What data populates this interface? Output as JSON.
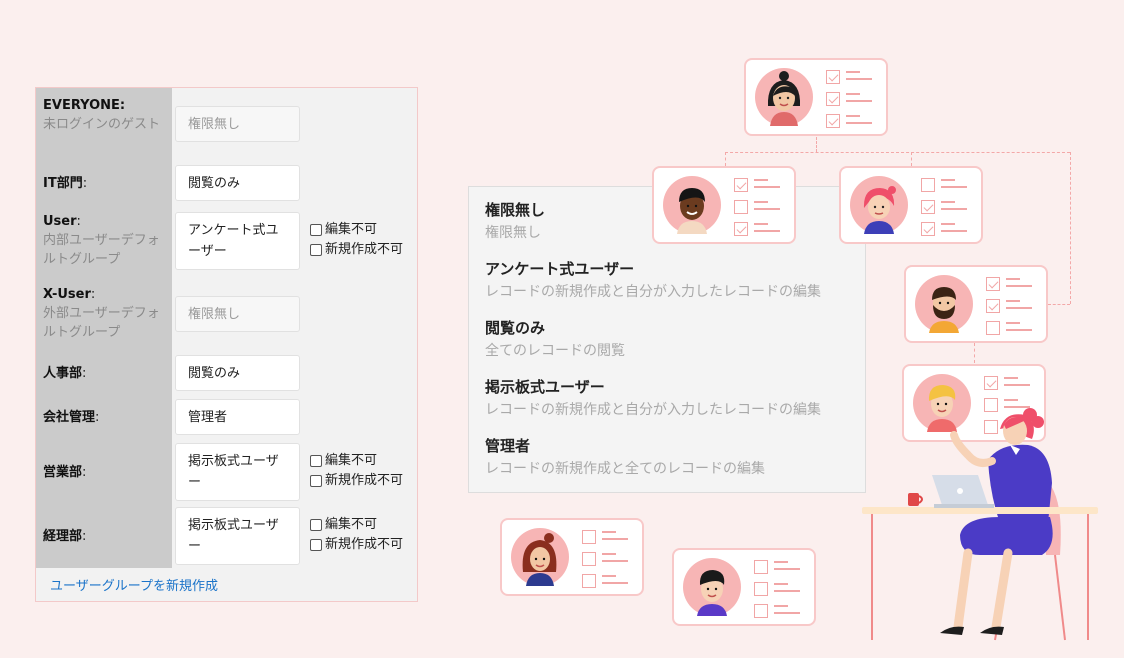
{
  "permissions_panel": {
    "rows": [
      {
        "name": "EVERYONE",
        "suffix": ":",
        "sub": "未ログインのゲスト",
        "role": "権限無し",
        "role_state": "disabled"
      },
      {
        "name": "IT部門",
        "suffix": ":",
        "sub": "",
        "role": "閲覧のみ",
        "role_state": "normal"
      },
      {
        "name": "User",
        "suffix": ":",
        "sub": "内部ユーザーデフォルトグループ",
        "role": "アンケート式ユーザー",
        "role_state": "normal",
        "checks": [
          "編集不可",
          "新規作成不可"
        ]
      },
      {
        "name": "X-User",
        "suffix": ":",
        "sub": "外部ユーザーデフォルトグループ",
        "role": "権限無し",
        "role_state": "disabled"
      },
      {
        "name": "人事部",
        "suffix": ":",
        "sub": "",
        "role": "閲覧のみ",
        "role_state": "normal"
      },
      {
        "name": "会社管理",
        "suffix": ":",
        "sub": "",
        "role": "管理者",
        "role_state": "normal"
      },
      {
        "name": "営業部",
        "suffix": ":",
        "sub": "",
        "role": "掲示板式ユーザー",
        "role_state": "normal",
        "checks": [
          "編集不可",
          "新規作成不可"
        ]
      },
      {
        "name": "経理部",
        "suffix": ":",
        "sub": "",
        "role": "掲示板式ユーザー",
        "role_state": "normal",
        "checks": [
          "編集不可",
          "新規作成不可"
        ]
      }
    ],
    "new_group_link": "ユーザーグループを新規作成"
  },
  "legend": [
    {
      "title": "権限無し",
      "desc": "権限無し"
    },
    {
      "title": "アンケート式ユーザー",
      "desc": "レコードの新規作成と自分が入力したレコードの編集"
    },
    {
      "title": "閲覧のみ",
      "desc": "全てのレコードの閲覧"
    },
    {
      "title": "掲示板式ユーザー",
      "desc": "レコードの新規作成と自分が入力したレコードの編集"
    },
    {
      "title": "管理者",
      "desc": "レコードの新規作成と全てのレコードの編集"
    }
  ],
  "illustration": {
    "org_cards": [
      {
        "id": "top",
        "avatar": "woman-dark-hair-avatar",
        "checked": [
          true,
          true,
          true
        ]
      },
      {
        "id": "mid-left",
        "avatar": "man-dark-skin-avatar",
        "checked": [
          true,
          false,
          true
        ]
      },
      {
        "id": "mid-right",
        "avatar": "woman-red-hair-avatar",
        "checked": [
          false,
          true,
          true
        ]
      },
      {
        "id": "right-1",
        "avatar": "man-beard-avatar",
        "checked": [
          true,
          true,
          false
        ]
      },
      {
        "id": "right-2",
        "avatar": "man-blond-avatar",
        "checked": [
          true,
          false,
          false
        ]
      },
      {
        "id": "bottom-left",
        "avatar": "woman-brown-hair-avatar",
        "checked": [
          false,
          false,
          false
        ]
      },
      {
        "id": "bottom-mid",
        "avatar": "man-black-hair-avatar",
        "checked": [
          false,
          false,
          false
        ]
      }
    ],
    "scene": "woman-at-desk-with-laptop",
    "colors": {
      "accent": "#f3a8a8",
      "background": "#fbefee",
      "link": "#1a73c9"
    }
  }
}
